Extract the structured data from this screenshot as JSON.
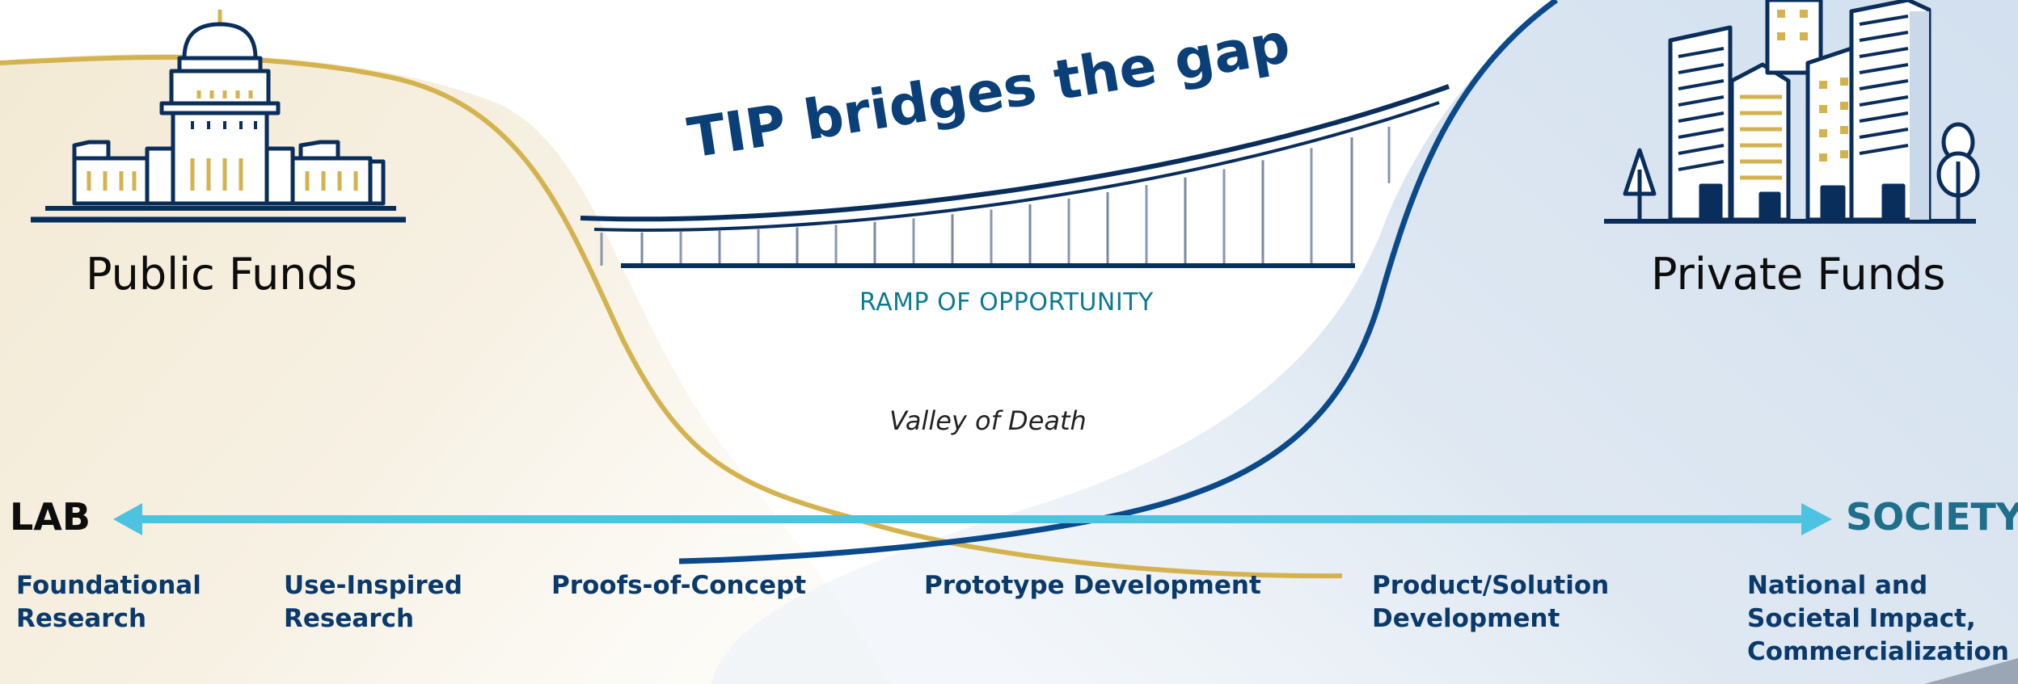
{
  "headline": "TIP bridges the gap",
  "ramp_label": "RAMP OF OPPORTUNITY",
  "valley_label": "Valley of Death",
  "public_funds": {
    "label": "Public Funds",
    "icon": "capitol-building-icon"
  },
  "private_funds": {
    "label": "Private Funds",
    "icon": "city-buildings-icon"
  },
  "axis": {
    "left_label": "LAB",
    "right_label": "SOCIETY"
  },
  "stages": [
    {
      "lines": [
        "Foundational",
        "Research"
      ]
    },
    {
      "lines": [
        "Use-Inspired",
        "Research"
      ]
    },
    {
      "lines": [
        "Proofs-of-Concept"
      ]
    },
    {
      "lines": [
        "Prototype Development"
      ]
    },
    {
      "lines": [
        "Product/Solution",
        "Development"
      ]
    },
    {
      "lines": [
        "National and",
        "Societal Impact,",
        "Commercialization"
      ]
    }
  ],
  "colors": {
    "navy": "#0a2e5c",
    "headline_blue": "#0b3f78",
    "gold": "#d4b34f",
    "teal_arrow": "#4cc3e0",
    "society_teal": "#1f6f8b",
    "ramp_teal": "#0e7a92",
    "public_bg": "#f6efe1",
    "private_bg": "#dde8f3"
  }
}
